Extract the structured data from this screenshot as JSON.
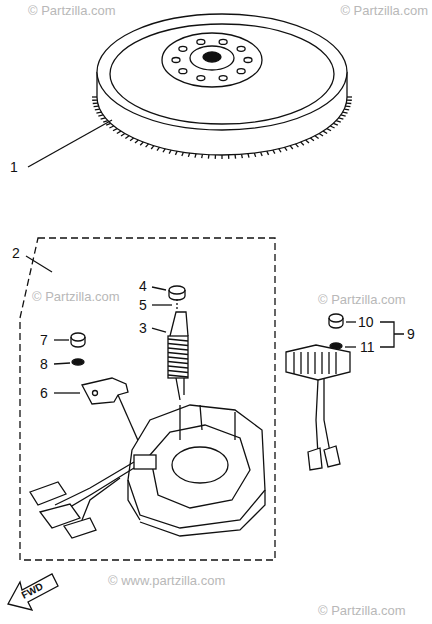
{
  "diagram": {
    "labels": [
      "© Partzilla.com",
      "© Partzilla.com",
      "1",
      "2",
      "4",
      "5",
      "3",
      "7",
      "8",
      "6",
      "10",
      "11",
      "9",
      "© Partzilla.com",
      "© Partzilla.com",
      "FWD",
      "© www.partzilla.com",
      "© Partzilla.com"
    ]
  }
}
